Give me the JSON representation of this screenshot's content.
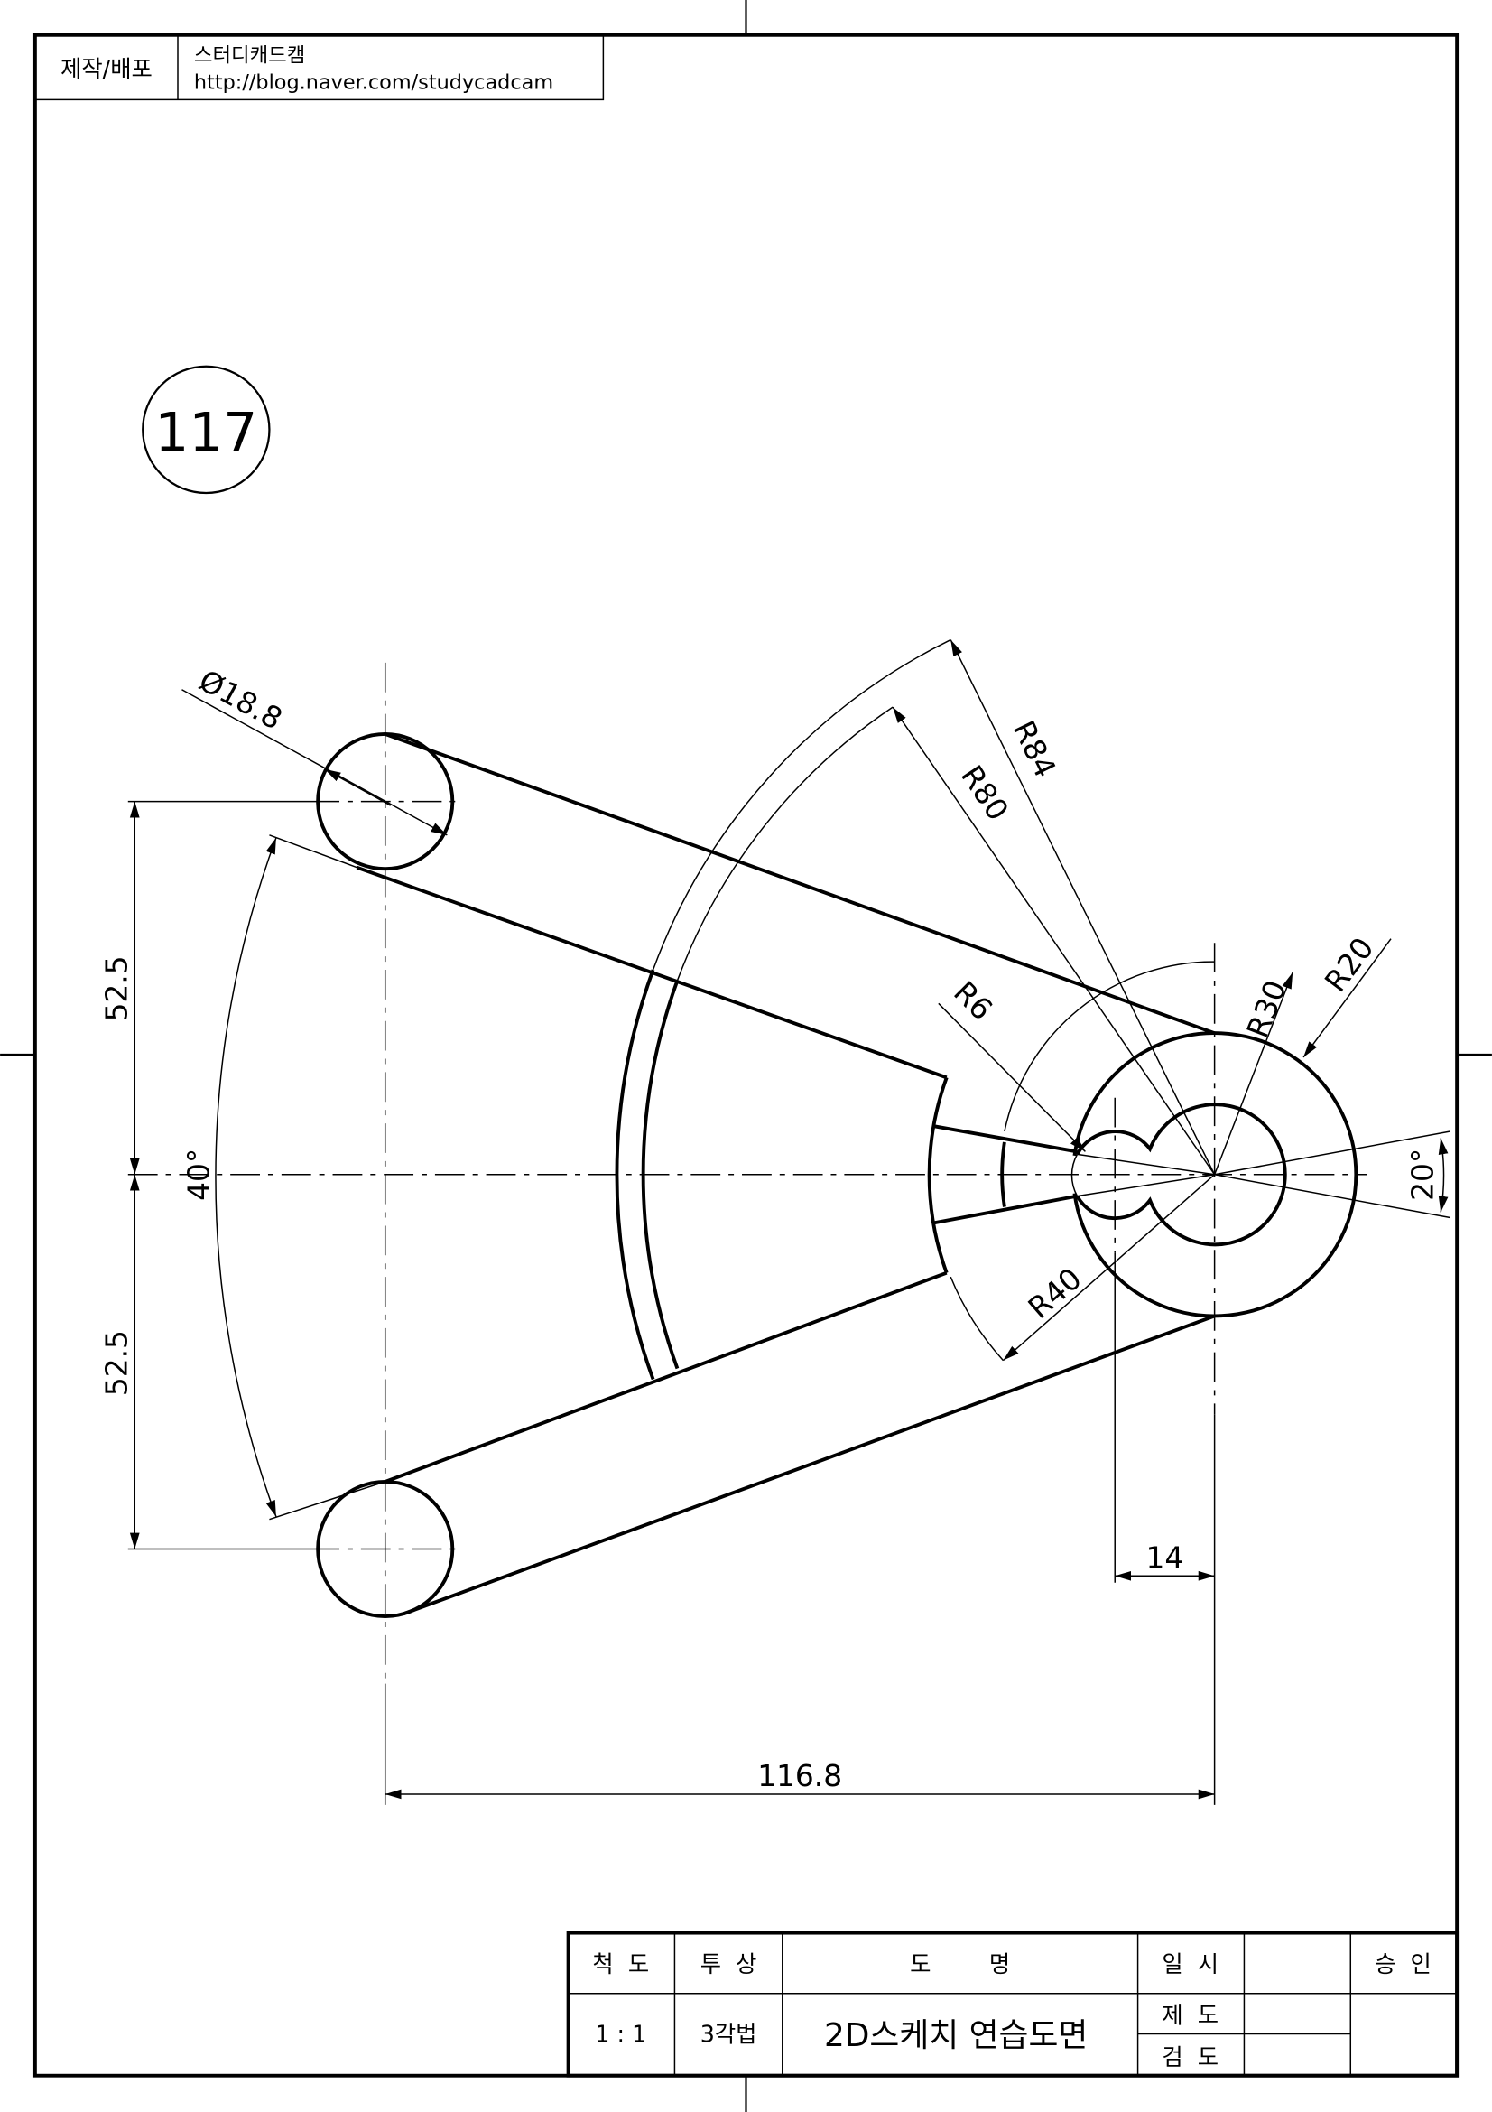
{
  "header": {
    "label": "제작/배포",
    "author": "스터디캐드캠",
    "url": "http://blog.naver.com/studycadcam"
  },
  "drawing_number": "117",
  "dimensions": {
    "diameter": "Ø18.8",
    "r84": "R84",
    "r80": "R80",
    "r6": "R6",
    "r30": "R30",
    "r20": "R20",
    "r40": "R40",
    "v_upper": "52.5",
    "v_lower": "52.5",
    "angle_left": "40°",
    "angle_right": "20°",
    "offset": "14",
    "length": "116.8"
  },
  "title_block": {
    "scale_label": "척  도",
    "projection_label": "투  상",
    "name_label": "도        명",
    "date_label": "일  시",
    "approval_label": "승  인",
    "scale_value": "1 : 1",
    "projection_value": "3각법",
    "drawing_name": "2D스케치 연습도면",
    "drafted_label": "제  도",
    "checked_label": "검  도"
  }
}
